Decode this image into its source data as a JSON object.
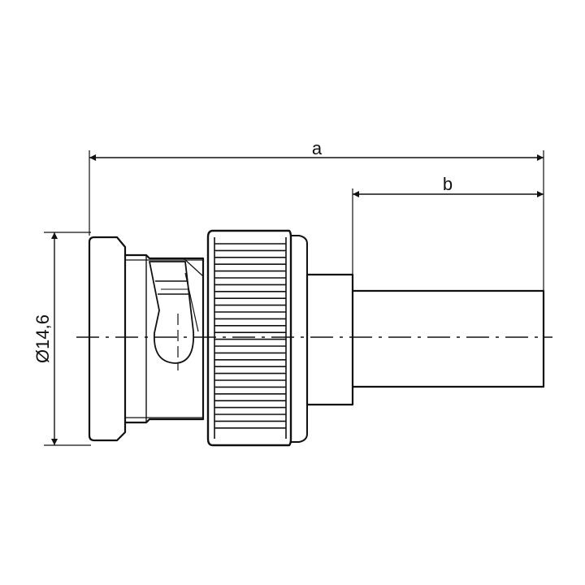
{
  "drawing": {
    "dimension_a_label": "a",
    "dimension_b_label": "b",
    "diameter_label": "Ø14,6"
  },
  "colors": {
    "line": "#111111",
    "background": "#ffffff"
  }
}
